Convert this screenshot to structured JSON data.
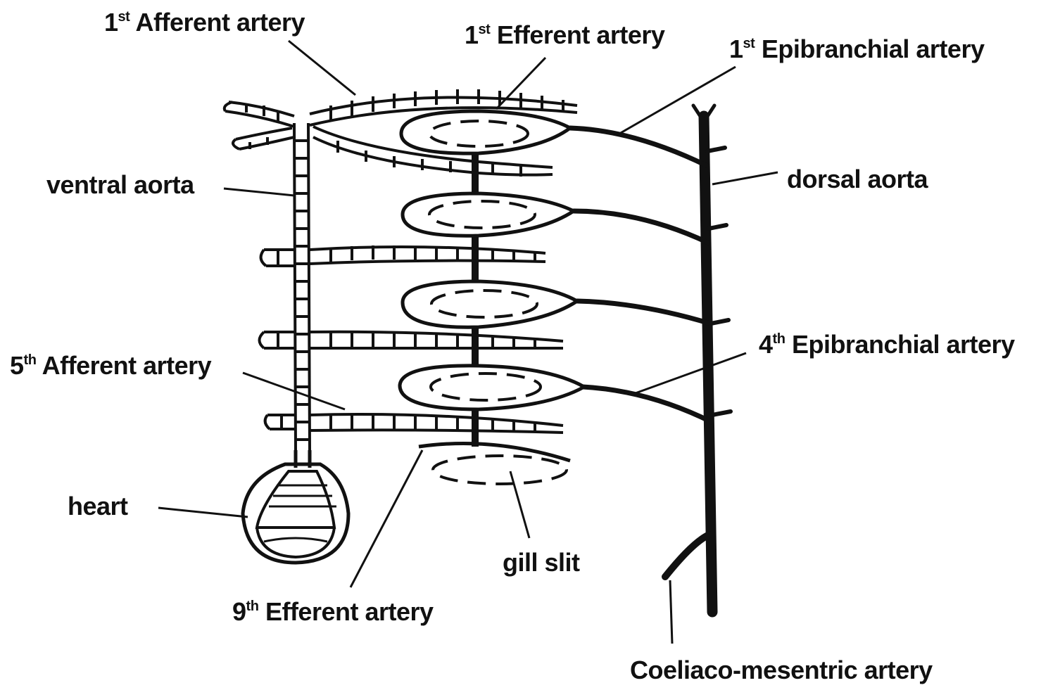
{
  "labels": {
    "afferent_1": {
      "num": "1",
      "sup": "st",
      "text": "Afferent artery"
    },
    "efferent_1": {
      "num": "1",
      "sup": "st",
      "text": "Efferent artery"
    },
    "epibranchial_1": {
      "num": "1",
      "sup": "st",
      "text": "Epibranchial artery"
    },
    "ventral_aorta": "ventral aorta",
    "dorsal_aorta": "dorsal aorta",
    "epibranchial_4": {
      "num": "4",
      "sup": "th",
      "text": "Epibranchial artery"
    },
    "afferent_5": {
      "num": "5",
      "sup": "th",
      "text": "Afferent artery"
    },
    "heart": "heart",
    "gill_slit": "gill slit",
    "efferent_9": {
      "num": "9",
      "sup": "th",
      "text": "Efferent artery"
    },
    "coeliaco": "Coeliaco-mesentric artery"
  },
  "colors": {
    "ink": "#111111",
    "background": "#ffffff"
  }
}
